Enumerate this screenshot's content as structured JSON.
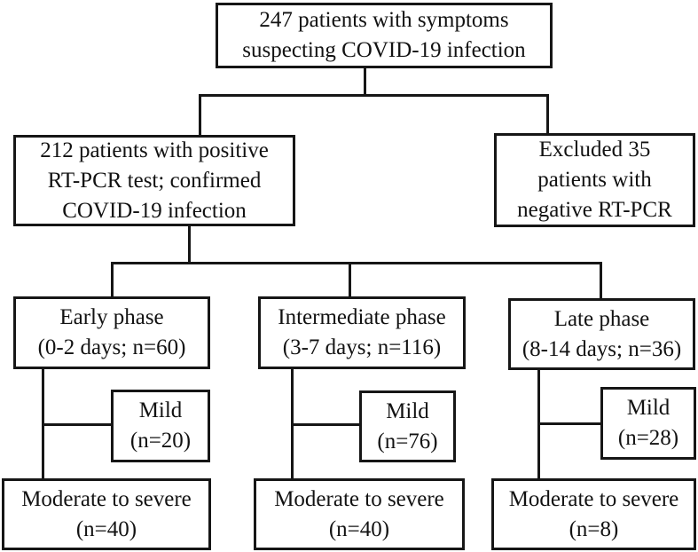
{
  "figure": {
    "background": "#ffffff",
    "line_color": "#161616",
    "text_color": "#121212"
  },
  "nodes": {
    "root": {
      "text": "247 patients with symptoms\nsuspecting COVID-19 infection"
    },
    "confirmed": {
      "text": "212 patients with positive\nRT-PCR test; confirmed\nCOVID-19 infection"
    },
    "excluded": {
      "text": "Excluded 35\npatients with\nnegative RT-PCR"
    },
    "early_phase": {
      "text": "Early phase\n(0-2 days; n=60)"
    },
    "intermediate_phase": {
      "text": "Intermediate phase\n(3-7 days; n=116)"
    },
    "late_phase": {
      "text": "Late phase\n(8-14 days; n=36)"
    },
    "early_mild": {
      "text": "Mild\n(n=20)"
    },
    "early_moderate_severe": {
      "text": "Moderate to severe\n(n=40)"
    },
    "intermediate_mild": {
      "text": "Mild\n(n=76)"
    },
    "intermediate_moderate_severe": {
      "text": "Moderate to severe\n(n=40)"
    },
    "late_mild": {
      "text": "Mild\n(n=28)"
    },
    "late_moderate_severe": {
      "text": "Moderate to severe\n(n=8)"
    }
  }
}
